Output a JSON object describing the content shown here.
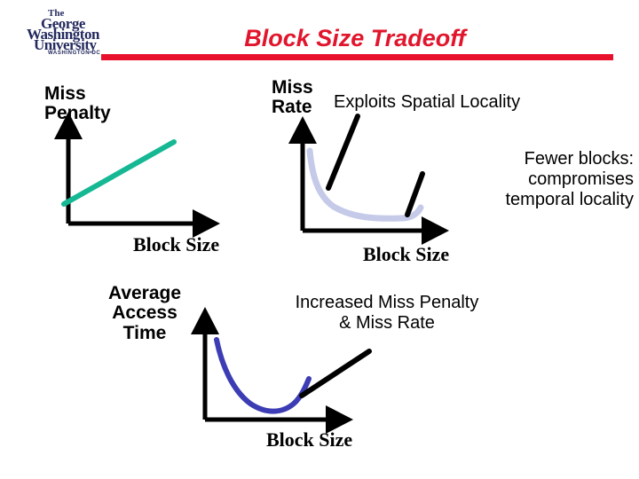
{
  "slide": {
    "title": "Block Size Tradeoff",
    "accent_red": "#e8112d",
    "title_red": "#e1152b",
    "background": "#ffffff"
  },
  "logo": {
    "name": "gwu-logo",
    "line1": "The",
    "line2": "George",
    "line3": "Washington",
    "line4": "University",
    "line5": "WASHINGTON DC",
    "color": "#242a5e"
  },
  "charts": [
    {
      "id": "miss-penalty-chart",
      "ylabel": "Miss\nPenalty",
      "xlabel": "Block Size",
      "curve_color": "#16b894",
      "axis_color": "#000000"
    },
    {
      "id": "miss-rate-chart",
      "ylabel": "Miss\nRate",
      "xlabel": "Block Size",
      "curve_color": "#c6cae9",
      "axis_color": "#000000"
    },
    {
      "id": "average-access-time-chart",
      "ylabel": "Average\nAccess\nTime",
      "xlabel": "Block Size",
      "curve_color": "#3c3cb4",
      "axis_color": "#000000"
    }
  ],
  "annotations": [
    {
      "id": "spatial-locality-note",
      "text": "Exploits Spatial Locality"
    },
    {
      "id": "temporal-locality-note",
      "text": "Fewer blocks:\ncompromises\ntemporal locality"
    },
    {
      "id": "increased-penalty-note",
      "text": "Increased Miss Penalty\n& Miss Rate"
    }
  ],
  "chart_data": {
    "type": "line",
    "title": "Block Size Tradeoff",
    "panels": [
      {
        "name": "Miss Penalty vs Block Size",
        "xlabel": "Block Size",
        "ylabel": "Miss Penalty",
        "series_color": "#16b894",
        "shape": "linear increasing",
        "x": [
          0.05,
          0.25,
          0.5,
          0.75,
          0.9
        ],
        "y": [
          0.3,
          0.44,
          0.6,
          0.76,
          0.86
        ],
        "xlim": [
          0,
          1
        ],
        "ylim": [
          0,
          1
        ],
        "grid": false,
        "legend": "none"
      },
      {
        "name": "Miss Rate vs Block Size",
        "xlabel": "Block Size",
        "ylabel": "Miss Rate",
        "series_color": "#c6cae9",
        "shape": "U-curve, steep decline then flat then slight rise",
        "x": [
          0.05,
          0.15,
          0.28,
          0.45,
          0.62,
          0.8,
          0.9,
          0.96
        ],
        "y": [
          0.88,
          0.55,
          0.28,
          0.16,
          0.14,
          0.17,
          0.32,
          0.52
        ],
        "xlim": [
          0,
          1
        ],
        "ylim": [
          0,
          1
        ],
        "grid": false,
        "legend": "none",
        "annotations": [
          "Exploits Spatial Locality",
          "Fewer blocks: compromises temporal locality"
        ]
      },
      {
        "name": "Average Access Time vs Block Size",
        "xlabel": "Block Size",
        "ylabel": "Average Access Time",
        "series_color": "#3c3cb4",
        "shape": "U-curve with minimum near middle",
        "x": [
          0.08,
          0.2,
          0.35,
          0.5,
          0.65,
          0.8,
          0.92,
          1.0
        ],
        "y": [
          0.92,
          0.62,
          0.32,
          0.14,
          0.1,
          0.22,
          0.52,
          0.68
        ],
        "xlim": [
          0,
          1
        ],
        "ylim": [
          0,
          1
        ],
        "grid": false,
        "legend": "none",
        "annotations": [
          "Increased Miss Penalty & Miss Rate"
        ]
      }
    ]
  }
}
